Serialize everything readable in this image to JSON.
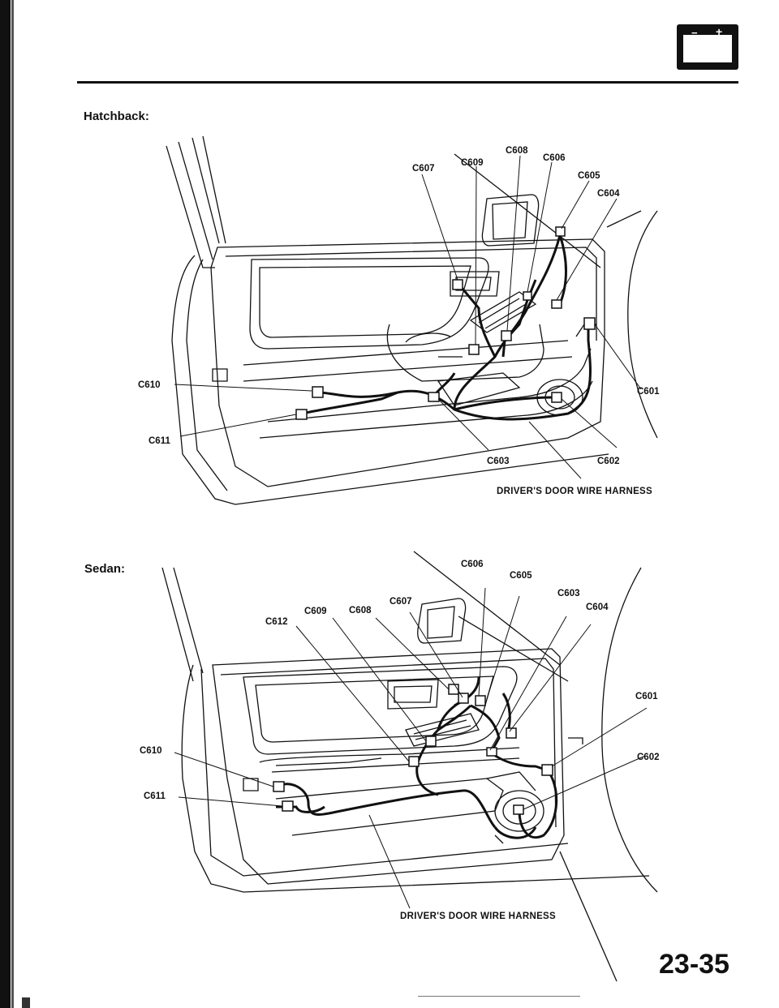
{
  "page": {
    "section_hatchback": "Hatchback:",
    "section_sedan": "Sedan:",
    "page_number": "23-35"
  },
  "hatchback": {
    "connectors": {
      "c601": "C601",
      "c602": "C602",
      "c603": "C603",
      "c604": "C604",
      "c605": "C605",
      "c606": "C606",
      "c607": "C607",
      "c608": "C608",
      "c609": "C609",
      "c610": "C610",
      "c611": "C611"
    },
    "harness_label": "DRIVER'S DOOR WIRE HARNESS"
  },
  "sedan": {
    "connectors": {
      "c601": "C601",
      "c602": "C602",
      "c603": "C603",
      "c604": "C604",
      "c605": "C605",
      "c606": "C606",
      "c607": "C607",
      "c608": "C608",
      "c609": "C609",
      "c610": "C610",
      "c611": "C611",
      "c612": "C612"
    },
    "harness_label": "DRIVER'S DOOR WIRE HARNESS"
  },
  "icons": {
    "battery": "battery-icon"
  }
}
